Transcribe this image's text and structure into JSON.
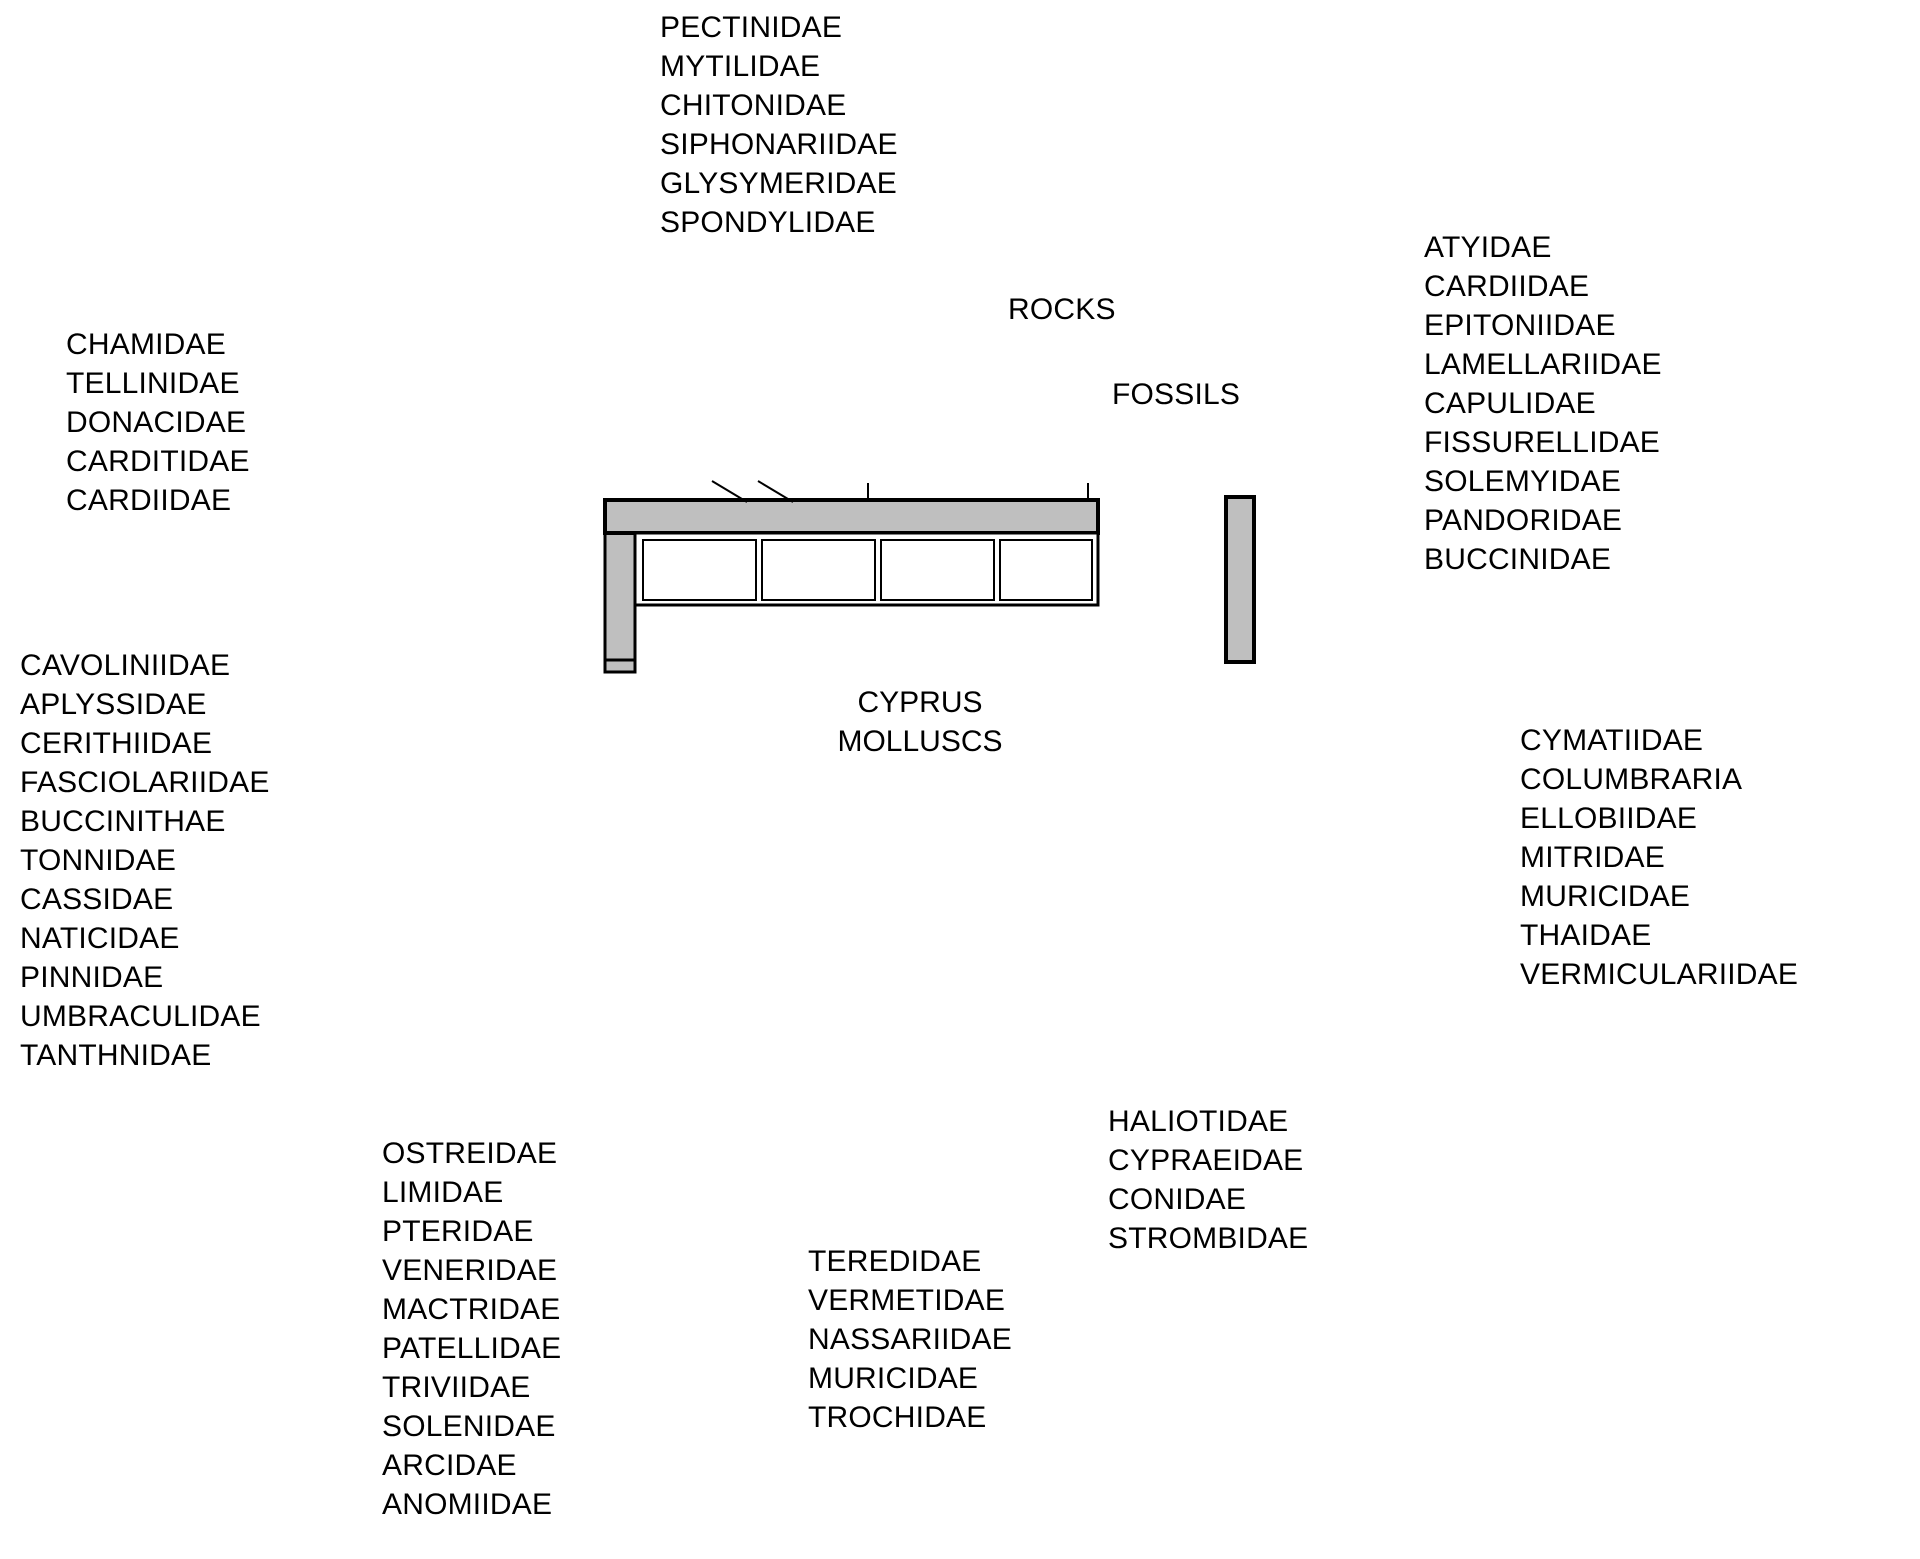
{
  "diagram": {
    "title": "CYPRUS\nMOLLUSCS",
    "colors": {
      "case_fill": "#bfbfbf",
      "outline": "#000000",
      "background": "#ffffff",
      "compartment_fill": "#ffffff"
    }
  },
  "labels": {
    "top_center_list": "PECTINIDAE\nMYTILIDAE\nCHITONIDAE\nSIPHONARIIDAE\nGLYSYMERIDAE\nSPONDYLIDAE",
    "rocks": "ROCKS",
    "fossils": "FOSSILS",
    "top_right_list": "ATYIDAE\nCARDIIDAE\nEPITONIIDAE\nLAMELLARIIDAE\nCAPULIDAE\nFISSURELLIDAE\nSOLEMYIDAE\nPANDORIDAE\nBUCCINIDAE",
    "top_left_list": "CHAMIDAE\nTELLINIDAE\nDONACIDAE\nCARDITIDAE\nCARDIIDAE",
    "mid_left_list": "CAVOLINIIDAE\nAPLYSSIDAE\nCERITHIIDAE\nFASCIOLARIIDAE\nBUCCINITHAE\nTONNIDAE\nCASSIDAE\nNATICIDAE\nPINNIDAE\nUMBRACULIDAE\nTANTHNIDAE",
    "mid_right_list": "CYMATIIDAE\nCOLUMBRARIA\nELLOBIIDAE\nMITRIDAE\nMURICIDAE\nTHAIDAE\nVERMICULARIIDAE",
    "bottom_left_list": "OSTREIDAE\nLIMIDAE\nPTERIDAE\nVENERIDAE\nMACTRIDAE\nPATELLIDAE\nTRIVIIDAE\nSOLENIDAE\nARCIDAE\nANOMIIDAE",
    "bottom_center_list": "TEREDIDAE\nVERMETIDAE\nNASSARIIDAE\nMURICIDAE\nTROCHIDAE",
    "bottom_right_list": "HALIOTIDAE\nCYPRAEIDAE\nCONIDAE\nSTROMBIDAE"
  },
  "list_items": {
    "top_center_list": [
      "PECTINIDAE",
      "MYTILIDAE",
      "CHITONIDAE",
      "SIPHONARIIDAE",
      "GLYSYMERIDAE",
      "SPONDYLIDAE"
    ],
    "top_right_list": [
      "ATYIDAE",
      "CARDIIDAE",
      "EPITONIIDAE",
      "LAMELLARIIDAE",
      "CAPULIDAE",
      "FISSURELLIDAE",
      "SOLEMYIDAE",
      "PANDORIDAE",
      "BUCCINIDAE"
    ],
    "top_left_list": [
      "CHAMIDAE",
      "TELLINIDAE",
      "DONACIDAE",
      "CARDITIDAE",
      "CARDIIDAE"
    ],
    "mid_left_list": [
      "CAVOLINIIDAE",
      "APLYSSIDAE",
      "CERITHIIDAE",
      "FASCIOLARIIDAE",
      "BUCCINITHAE",
      "TONNIDAE",
      "CASSIDAE",
      "NATICIDAE",
      "PINNIDAE",
      "UMBRACULIDAE",
      "TANTHNIDAE"
    ],
    "mid_right_list": [
      "CYMATIIDAE",
      "COLUMBRARIA",
      "ELLOBIIDAE",
      "MITRIDAE",
      "MURICIDAE",
      "THAIDAE",
      "VERMICULARIIDAE"
    ],
    "bottom_left_list": [
      "OSTREIDAE",
      "LIMIDAE",
      "PTERIDAE",
      "VENERIDAE",
      "MACTRIDAE",
      "PATELLIDAE",
      "TRIVIIDAE",
      "SOLENIDAE",
      "ARCIDAE",
      "ANOMIIDAE"
    ],
    "bottom_center_list": [
      "TEREDIDAE",
      "VERMETIDAE",
      "NASSARIIDAE",
      "MURICIDAE",
      "TROCHIDAE"
    ],
    "bottom_right_list": [
      "HALIOTIDAE",
      "CYPRAEIDAE",
      "CONIDAE",
      "STROMBIDAE"
    ]
  }
}
